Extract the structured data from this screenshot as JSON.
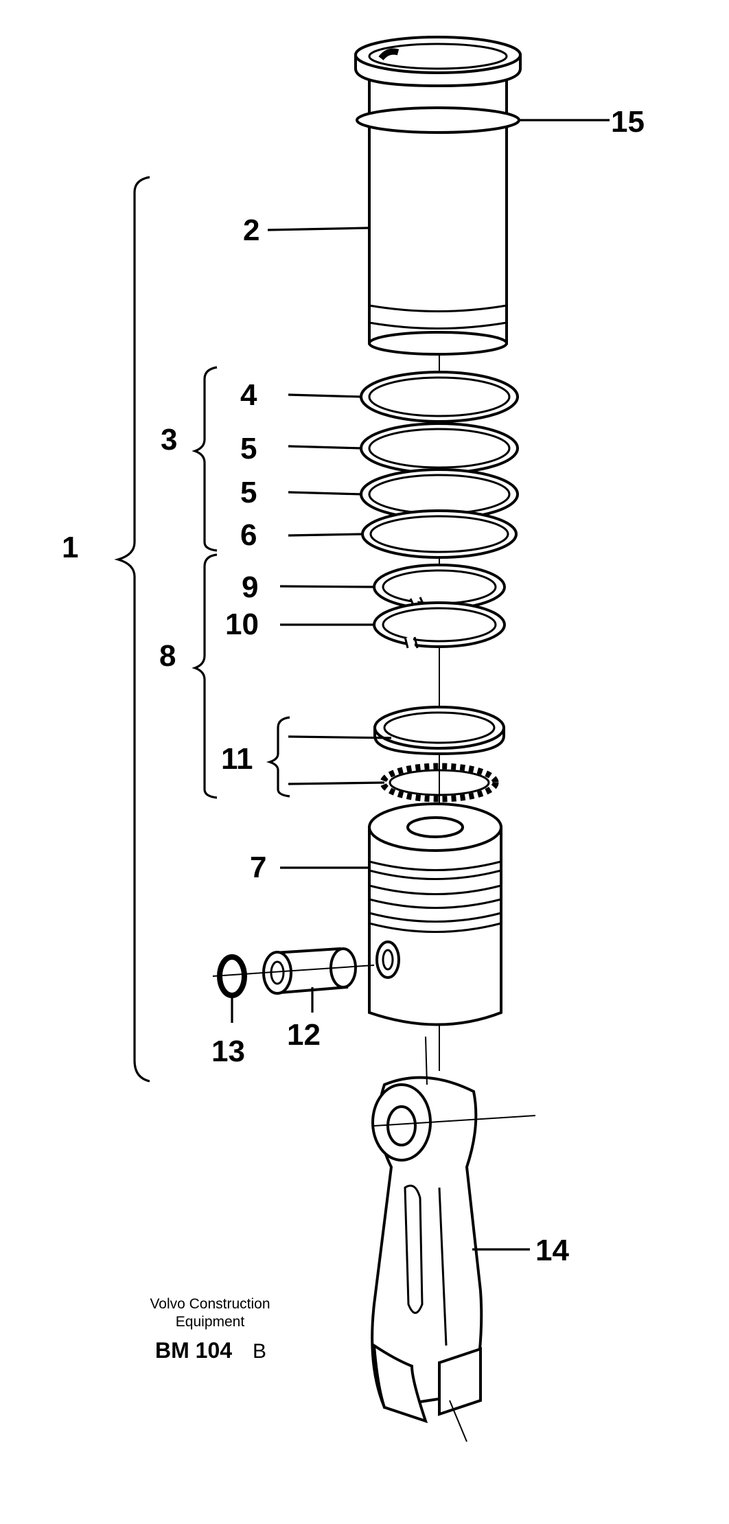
{
  "callouts": {
    "c1": "1",
    "c2": "2",
    "c3": "3",
    "c4": "4",
    "c5a": "5",
    "c5b": "5",
    "c6": "6",
    "c7": "7",
    "c8": "8",
    "c9": "9",
    "c10": "10",
    "c11": "11",
    "c12": "12",
    "c13": "13",
    "c14": "14",
    "c15": "15"
  },
  "caption": {
    "line1": "Volvo Construction",
    "line2": "Equipment",
    "code": "BM 104",
    "revision": "B"
  }
}
